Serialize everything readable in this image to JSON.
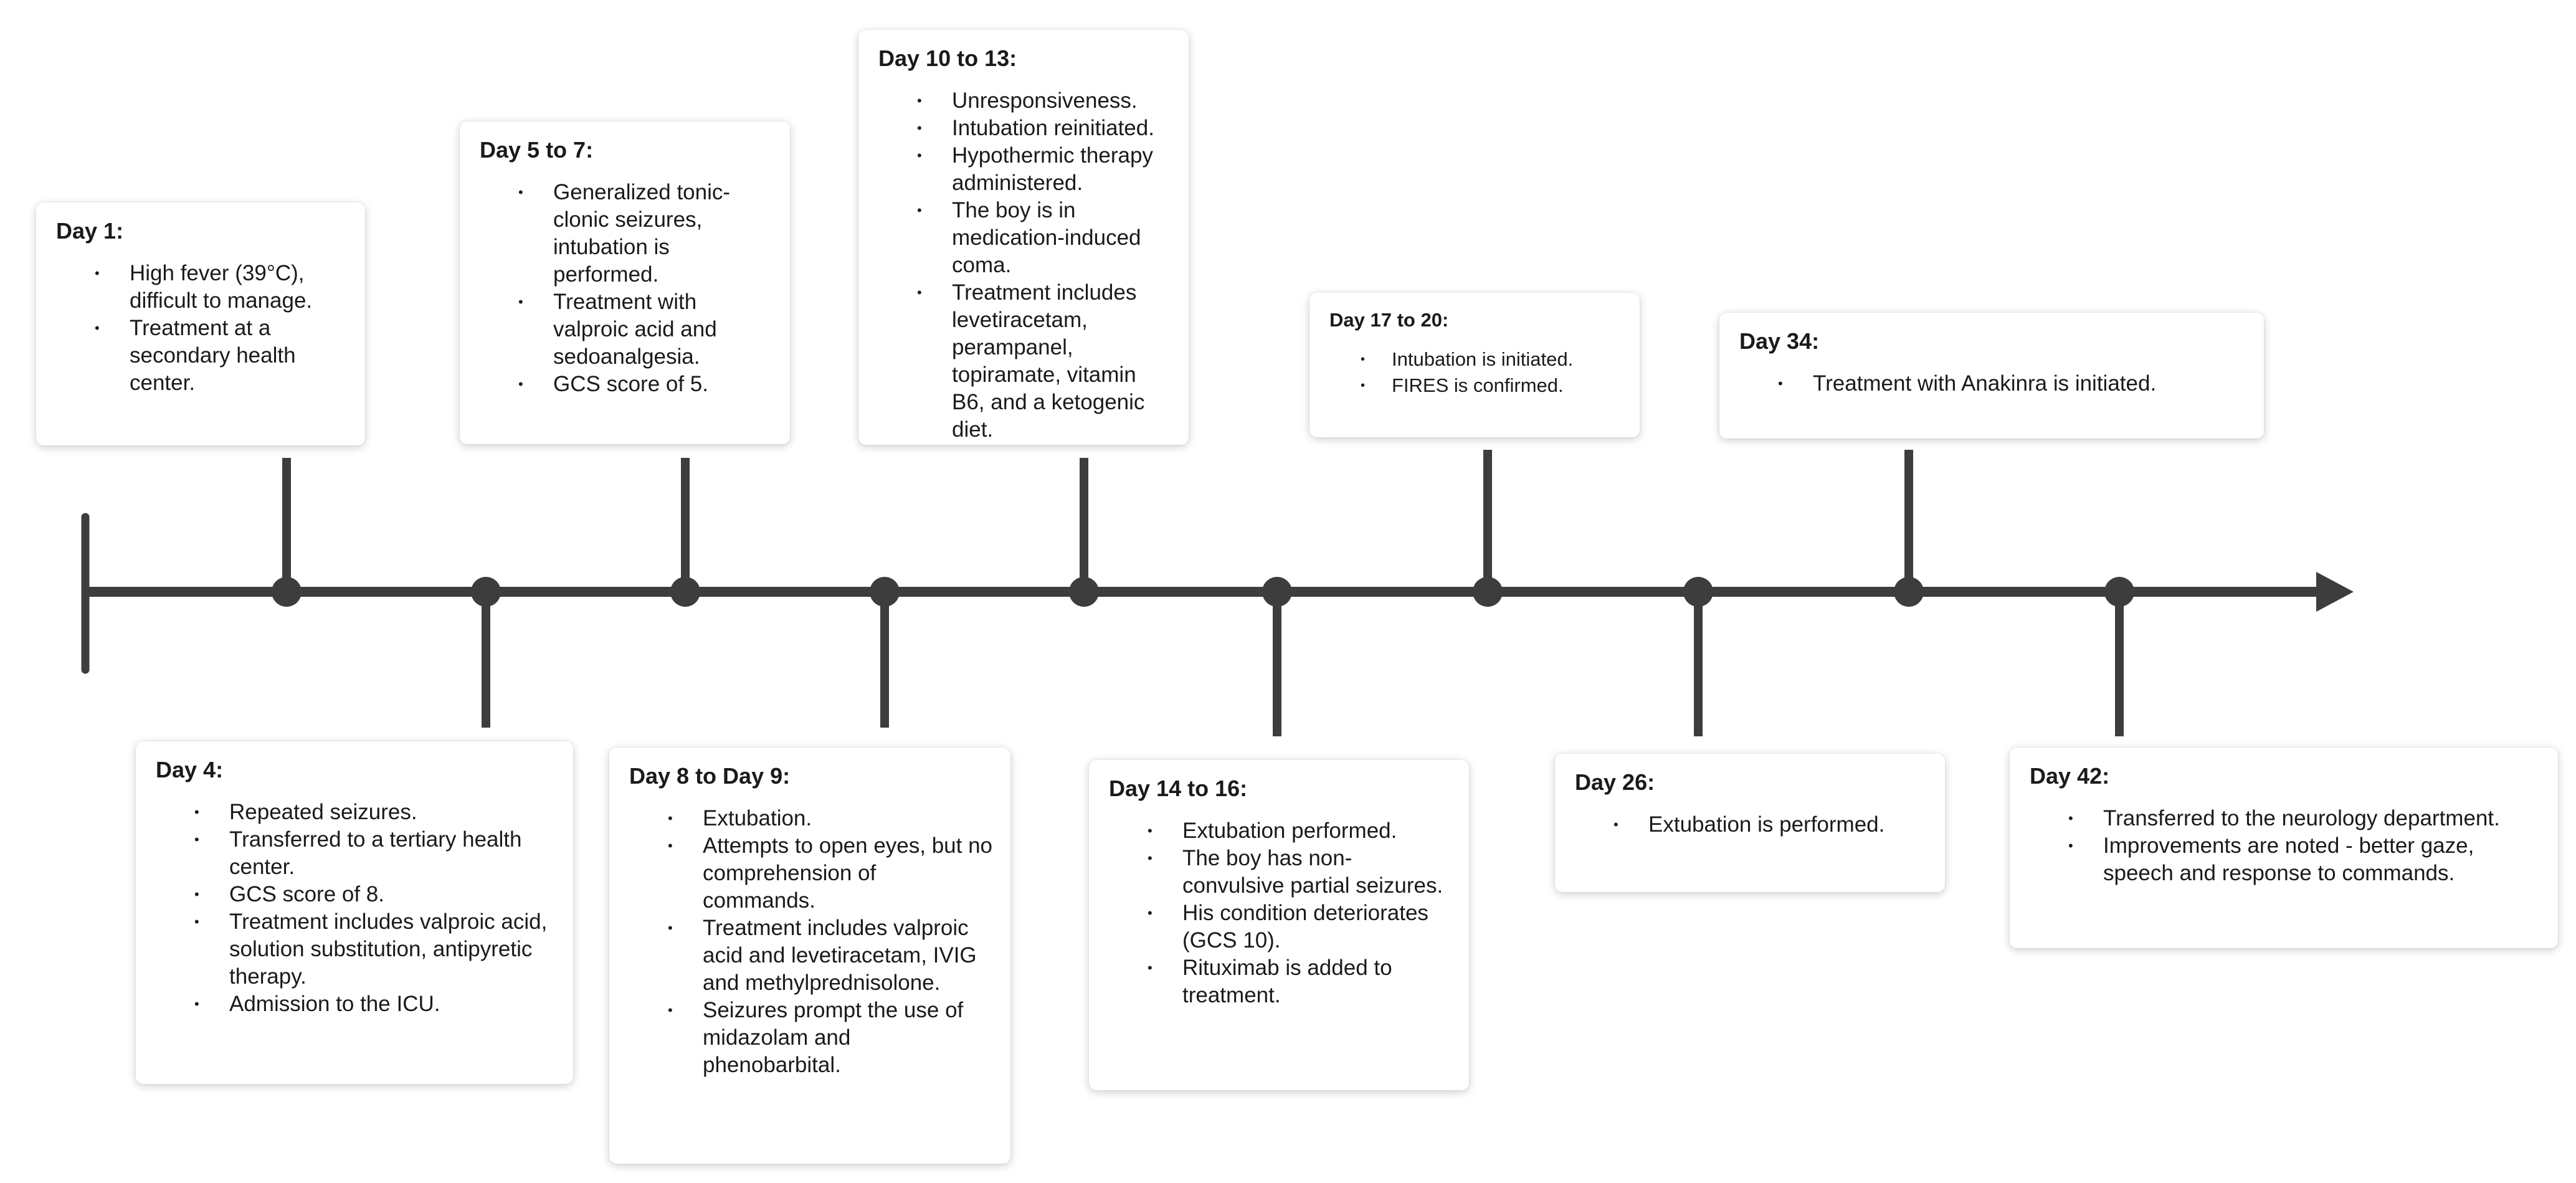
{
  "timeline": {
    "line_color": "#3d3d3d",
    "card_shadow_color": "rgba(0,0,0,0.20)",
    "events": [
      {
        "title": "Day 1:",
        "items": [
          "High fever (39°C), difficult to manage.",
          "Treatment at a secondary health center."
        ]
      },
      {
        "title": "Day 4:",
        "items": [
          "Repeated seizures.",
          "Transferred to a tertiary health center.",
          "GCS score of 8.",
          "Treatment includes valproic acid, solution substitution, antipyretic therapy.",
          "Admission to the ICU."
        ]
      },
      {
        "title": "Day 5 to 7:",
        "items": [
          "Generalized tonic-clonic seizures, intubation is performed.",
          "Treatment with valproic acid and sedoanalgesia.",
          "GCS score of 5."
        ]
      },
      {
        "title": "Day 8 to Day 9:",
        "items": [
          "Extubation.",
          "Attempts to open eyes, but no comprehension of commands.",
          "Treatment includes valproic acid and levetiracetam, IVIG and methylprednisolone.",
          "Seizures prompt the use of midazolam and phenobarbital."
        ]
      },
      {
        "title": "Day 10 to 13:",
        "items": [
          "Unresponsiveness.",
          "Intubation reinitiated.",
          "Hypothermic therapy administered.",
          "The boy is in medication-induced coma.",
          "Treatment includes levetiracetam, perampanel, topiramate, vitamin B6, and a ketogenic diet."
        ]
      },
      {
        "title": "Day 14 to 16:",
        "items": [
          "Extubation performed.",
          "The boy has non-convulsive partial seizures.",
          "His condition deteriorates (GCS 10).",
          "Rituximab is added to treatment."
        ]
      },
      {
        "title": "Day 17 to 20:",
        "items": [
          "Intubation is initiated.",
          "FIRES is confirmed."
        ]
      },
      {
        "title": "Day 26:",
        "items": [
          "Extubation is performed."
        ]
      },
      {
        "title": "Day 34:",
        "items": [
          "Treatment with Anakinra is initiated."
        ]
      },
      {
        "title": "Day 42:",
        "items": [
          "Transferred to the neurology department.",
          "Improvements are noted - better gaze, speech and response to commands."
        ]
      }
    ]
  }
}
